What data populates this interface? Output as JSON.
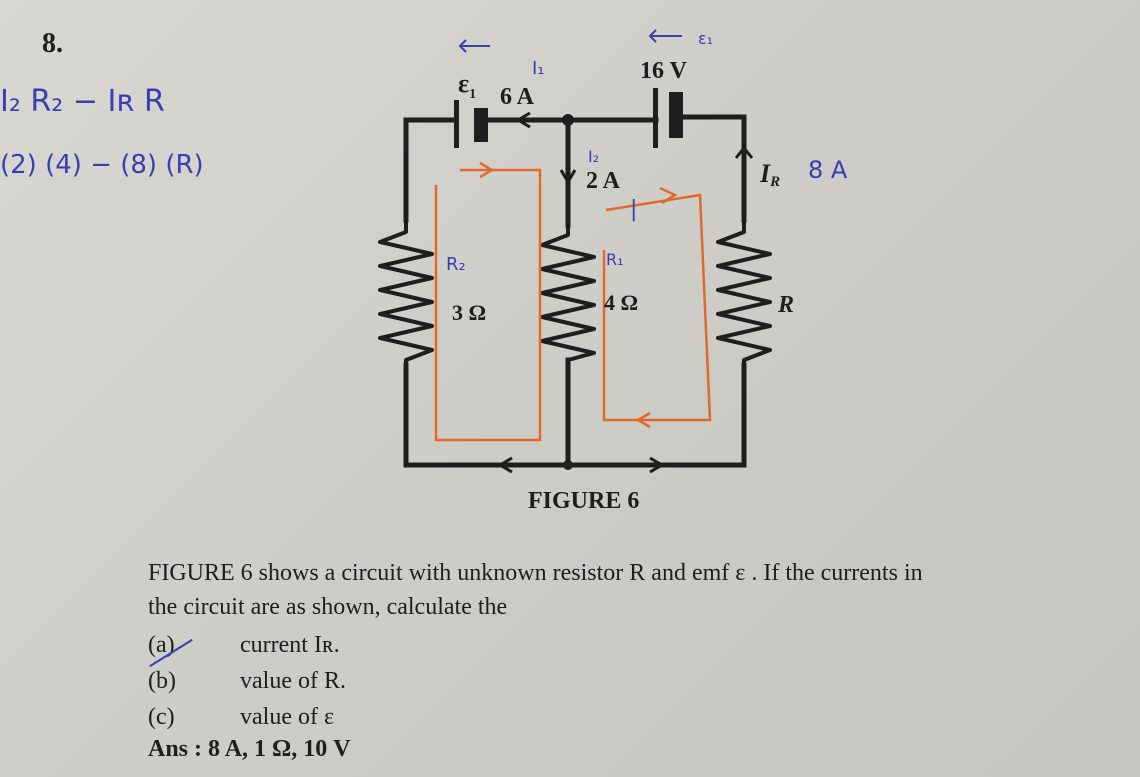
{
  "question": {
    "number": "8.",
    "handwritten_work": [
      "I₂ R₂ − Iʀ R",
      "(2) (4) − (8) (R)"
    ],
    "figure": {
      "caption": "FIGURE 6",
      "labels": {
        "emf1": "ε",
        "emf1_sub": "1",
        "current_top_left": "6 A",
        "emf2": "16 V",
        "current_middle": "2 A",
        "current_right": "I",
        "current_right_sub": "R",
        "resistor_left": "3 Ω",
        "resistor_middle": "4 Ω",
        "resistor_right": "R"
      },
      "handwritten_labels": {
        "i1": "I₁",
        "i2": "I₂",
        "e1": "ε₁",
        "ir_value": "8 A",
        "r2": "R₂",
        "r1": "R₁",
        "tick": "|"
      }
    },
    "statement_line1": "FIGURE 6 shows a circuit with unknown resistor R and emf ε . If the currents in",
    "statement_line2": "the circuit are as shown, calculate the",
    "parts": [
      {
        "label": "(a)",
        "text": "current Iʀ."
      },
      {
        "label": "(b)",
        "text": "value of R."
      },
      {
        "label": "(c)",
        "text": "value of ε"
      }
    ],
    "answer": "Ans : 8 A, 1 Ω, 10 V"
  }
}
